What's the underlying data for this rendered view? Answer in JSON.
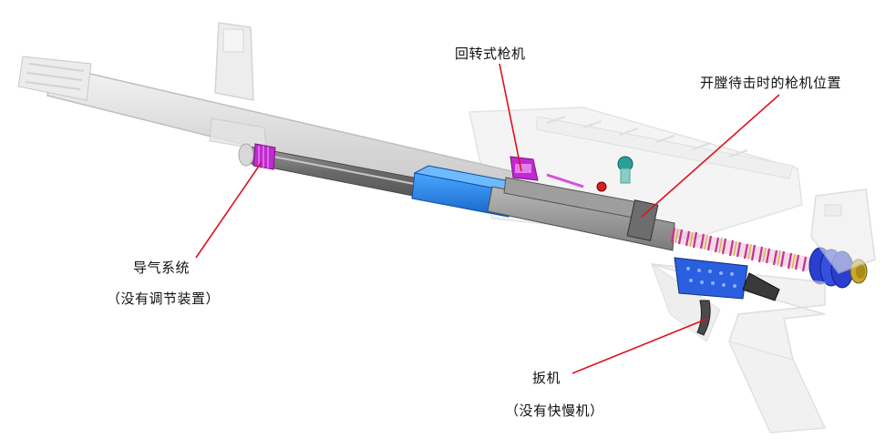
{
  "labels": {
    "rotating_bolt": "回转式枪机",
    "open_bolt_position": "开膛待击时的枪机位置",
    "gas_system": "导气系统",
    "gas_system_note": "（没有调节装置）",
    "trigger": "扳机",
    "trigger_note": "（没有快慢机）"
  },
  "colors": {
    "leader_line": "#e0101e",
    "gas_piston": "#1e7fe0",
    "highlight": "#c02ad0",
    "trigger_group": "#2a5fe0",
    "spring": "#d83aa0",
    "receiver_ghost": "#e6e6e6",
    "accent_teal": "#2a9e9a",
    "end_cap": "#c8a82a"
  },
  "icons": {
    "rifle": "rifle-cutaway-illustration"
  }
}
